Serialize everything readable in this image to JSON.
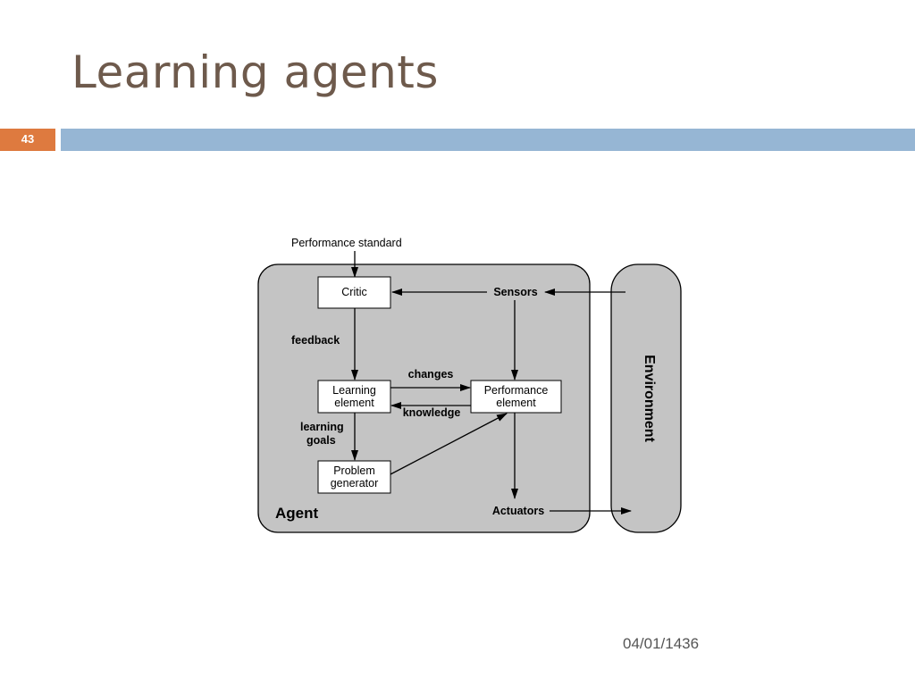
{
  "slide": {
    "title": "Learning agents",
    "number": "43",
    "date": "04/01/1436"
  },
  "diagram": {
    "performance_standard": "Performance standard",
    "critic": "Critic",
    "sensors": "Sensors",
    "feedback": "feedback",
    "changes": "changes",
    "knowledge": "knowledge",
    "learning_element": [
      "Learning",
      "element"
    ],
    "performance_element": [
      "Performance",
      "element"
    ],
    "learning_goals": [
      "learning",
      "goals"
    ],
    "problem_generator": [
      "Problem",
      "generator"
    ],
    "agent": "Agent",
    "actuators": "Actuators",
    "environment": "Environment"
  }
}
